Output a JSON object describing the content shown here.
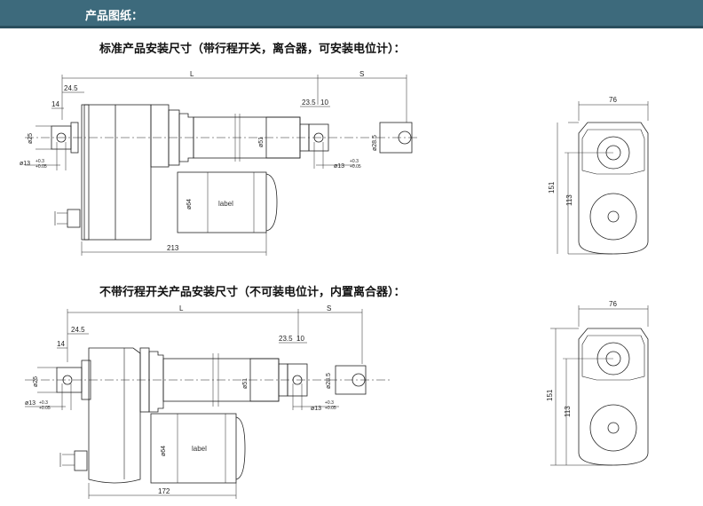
{
  "header": {
    "title": "产品图纸："
  },
  "top": {
    "title": "标准产品安装尺寸（带行程开关，离合器，可安装电位计）：",
    "dims": {
      "L": "L",
      "S": "S",
      "d24_5": "24.5",
      "d14": "14",
      "d23_5": "23.5",
      "d10": "10",
      "phi25": "ø25",
      "phi51": "ø51",
      "phi28_5": "ø28.5",
      "phi64": "ø64",
      "phi13": "ø13",
      "tol_plus": "+0.3",
      "tol_minus": "+0.05",
      "label": "label",
      "d213": "213"
    },
    "side": {
      "d76": "76",
      "d151": "151",
      "d113": "113"
    }
  },
  "bottom": {
    "title": "不带行程开关产品安装尺寸（不可装电位计，内置离合器）：",
    "dims": {
      "L": "L",
      "S": "S",
      "d24_5": "24.5",
      "d14": "14",
      "d23_5": "23.5",
      "d10": "10",
      "phi26": "ø26",
      "phi51": "ø51",
      "phi28_5": "ø28.5",
      "phi64": "ø64",
      "phi13": "ø13",
      "tol_plus": "+0.3",
      "tol_minus": "+0.05",
      "label": "label",
      "d172": "172"
    },
    "side": {
      "d76": "76",
      "d151": "151",
      "d113": "113"
    }
  }
}
